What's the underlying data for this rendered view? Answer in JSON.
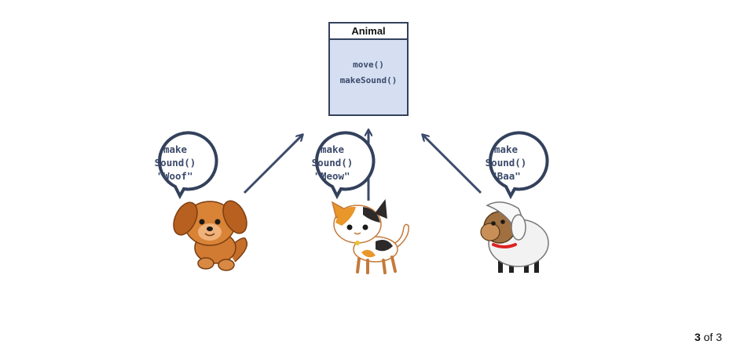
{
  "uml_class": {
    "name": "Animal",
    "methods": [
      "move()",
      "makeSound()"
    ]
  },
  "animals": [
    {
      "name": "dog",
      "bubble": [
        "make",
        "Sound()",
        "\"Woof\""
      ]
    },
    {
      "name": "cat",
      "bubble": [
        "make",
        "Sound()",
        "\"Meow\""
      ]
    },
    {
      "name": "sheep",
      "bubble": [
        "make",
        "Sound()",
        "\"Baa\""
      ]
    }
  ],
  "pager": {
    "current": "3",
    "separator": "of",
    "total": "3"
  },
  "colors": {
    "stroke": "#33415c",
    "box_fill": "#d6dff2",
    "text": "#3b4a6b"
  }
}
